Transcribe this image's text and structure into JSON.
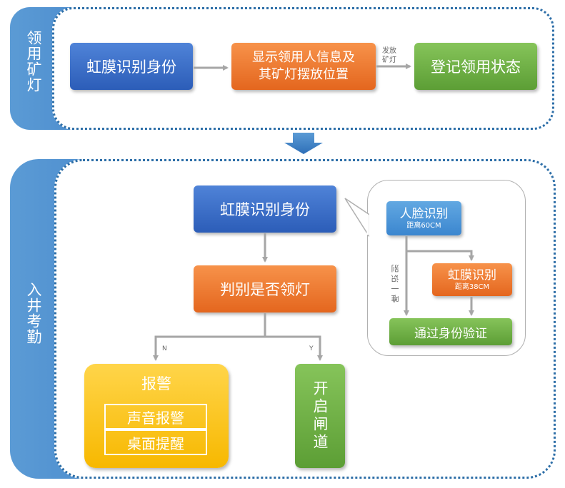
{
  "section1": {
    "label": "领用矿灯",
    "boxes": {
      "iris": "虹膜识别身份",
      "display_line1": "显示领用人信息及",
      "display_line2": "其矿灯摆放位置",
      "register": "登记领用状态"
    },
    "arrow_label_line1": "发放",
    "arrow_label_line2": "矿灯"
  },
  "section2": {
    "label": "入井考勤",
    "boxes": {
      "iris": "虹膜识别身份",
      "judge": "判别是否领灯",
      "alarm_title": "报警",
      "alarm_sound": "声音报警",
      "alarm_desktop": "桌面提醒",
      "gate": "开启闸道"
    },
    "branch_no": "N",
    "branch_yes": "Y",
    "callout": {
      "face_title": "人脸识别",
      "face_dist": "距离60CM",
      "iris_title": "虹膜识别",
      "iris_dist": "距离38CM",
      "only_identify": "唯一识别",
      "verify": "通过身份验证"
    }
  }
}
